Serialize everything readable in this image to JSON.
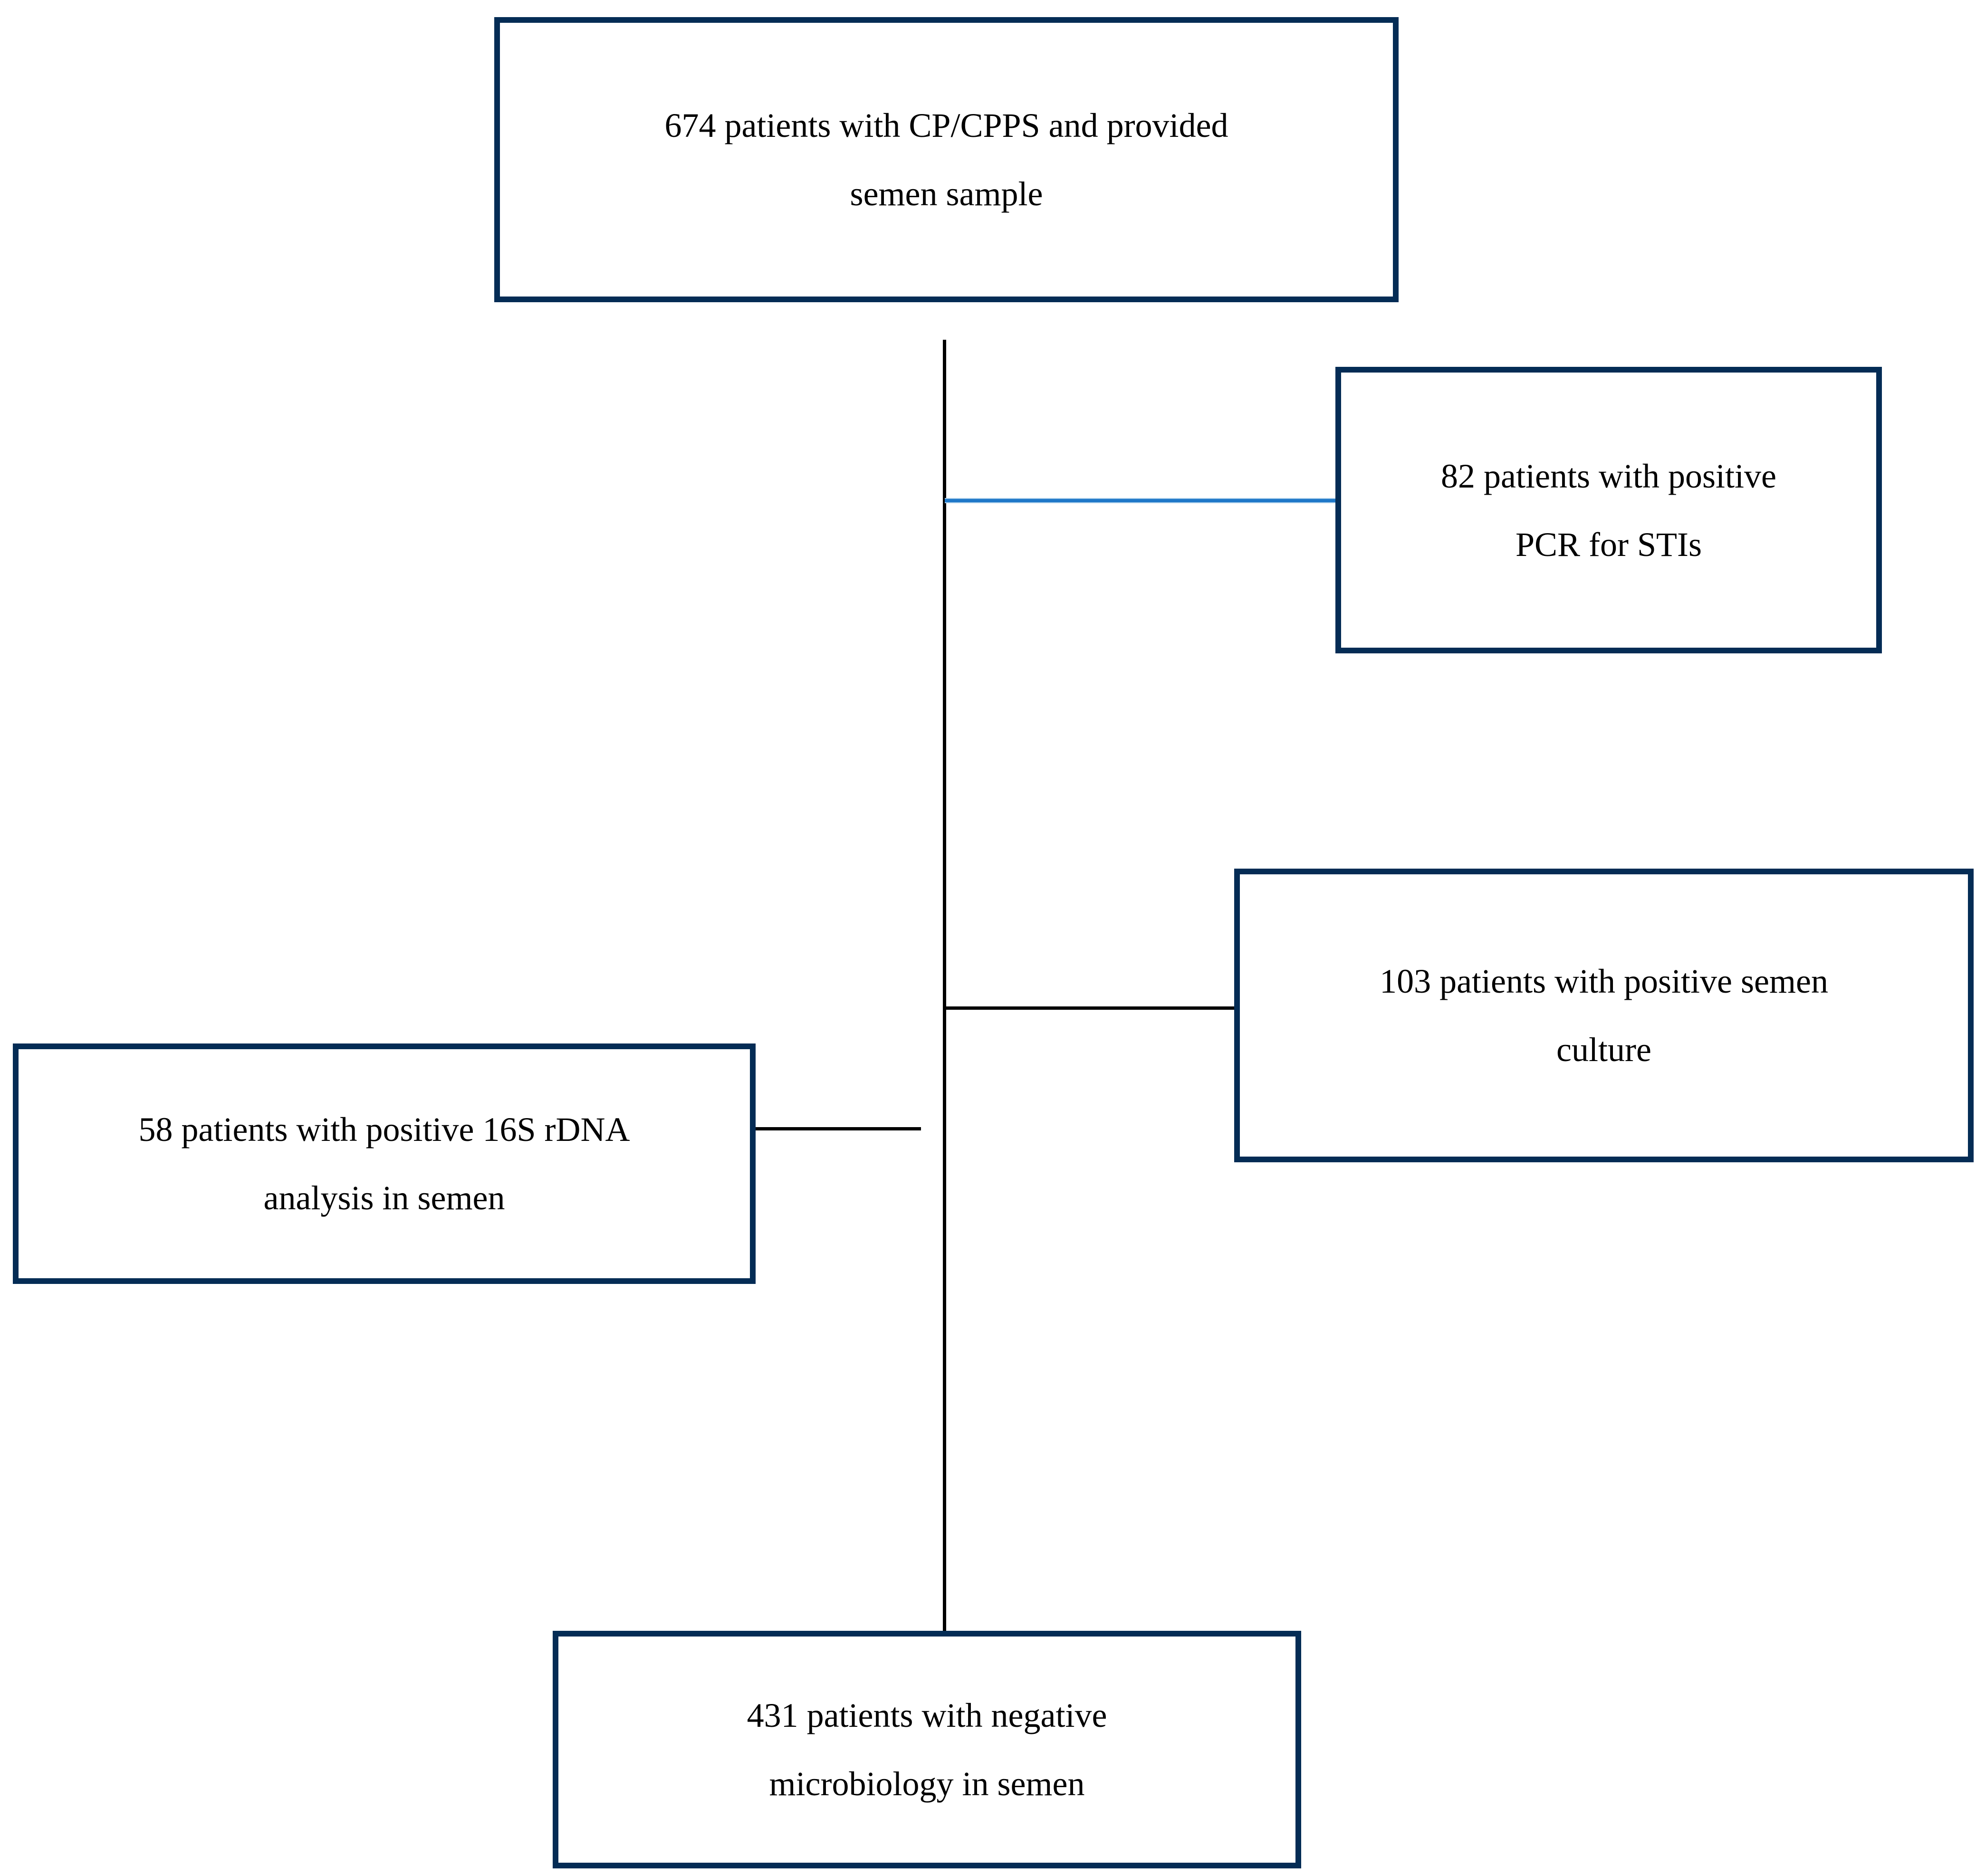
{
  "flowchart": {
    "top_box": {
      "line1": "674 patients with CP/CPPS and provided",
      "line2": "semen sample"
    },
    "pcr_box": {
      "line1": "82 patients with positive",
      "line2": "PCR for STIs"
    },
    "culture_box": {
      "line1": "103 patients with positive semen",
      "line2": "culture"
    },
    "rdna_box": {
      "line1": "58 patients with positive 16S rDNA",
      "line2": "analysis in semen"
    },
    "negative_box": {
      "line1": "431 patients with negative",
      "line2": "microbiology in semen"
    },
    "colors": {
      "box_border": "#042c55",
      "blue_connector": "#1e78c8",
      "black_connector": "#000000",
      "text": "#000000",
      "background": "#ffffff"
    }
  }
}
